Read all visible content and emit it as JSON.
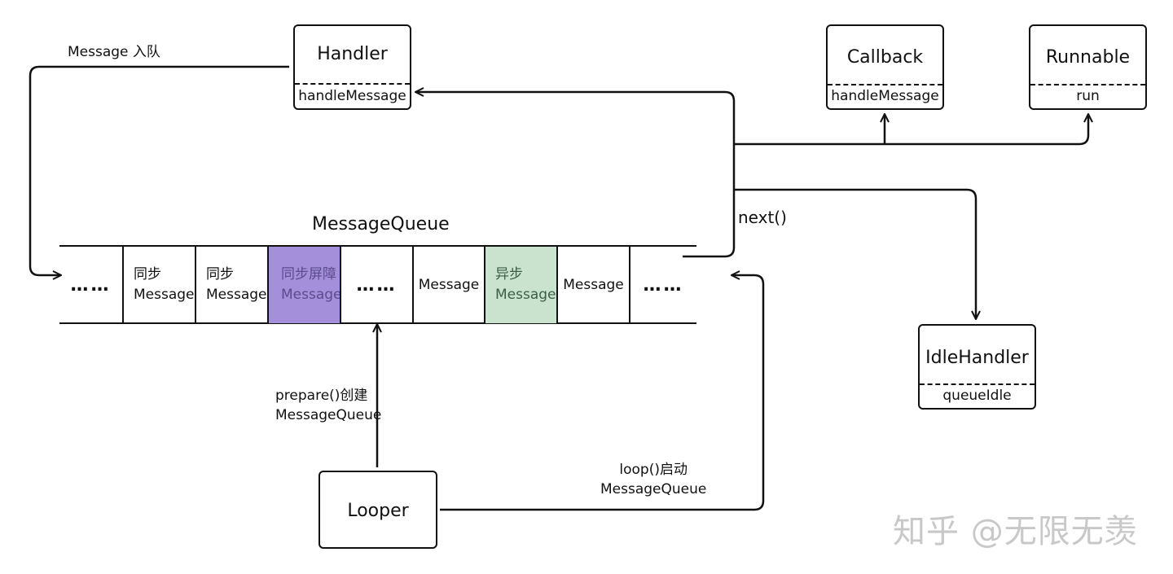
{
  "handler": {
    "title": "Handler",
    "method": "handleMessage"
  },
  "callback": {
    "title": "Callback",
    "method": "handleMessage"
  },
  "runnable": {
    "title": "Runnable",
    "method": "run"
  },
  "idle_handler": {
    "title": "IdleHandler",
    "method": "queueIdle"
  },
  "looper": {
    "title": "Looper"
  },
  "message_queue": {
    "title": "MessageQueue",
    "cells": [
      {
        "line1": "……",
        "line2": ""
      },
      {
        "line1": "同步",
        "line2": "Message"
      },
      {
        "line1": "同步",
        "line2": "Message"
      },
      {
        "line1": "同步屏障",
        "line2": "Message"
      },
      {
        "line1": "……",
        "line2": ""
      },
      {
        "line1": "Message",
        "line2": ""
      },
      {
        "line1": "异步",
        "line2": "Message"
      },
      {
        "line1": "Message",
        "line2": ""
      },
      {
        "line1": "……",
        "line2": ""
      }
    ],
    "barrier_color": "#a48fdb",
    "async_color": "#c9e3cf"
  },
  "labels": {
    "enqueue": "Message 入队",
    "next": "next()",
    "prepare_line1": "prepare()创建",
    "prepare_line2": "MessageQueue",
    "loop_line1": "loop()启动",
    "loop_line2": "MessageQueue"
  },
  "watermark": "知乎 @无限无羡"
}
